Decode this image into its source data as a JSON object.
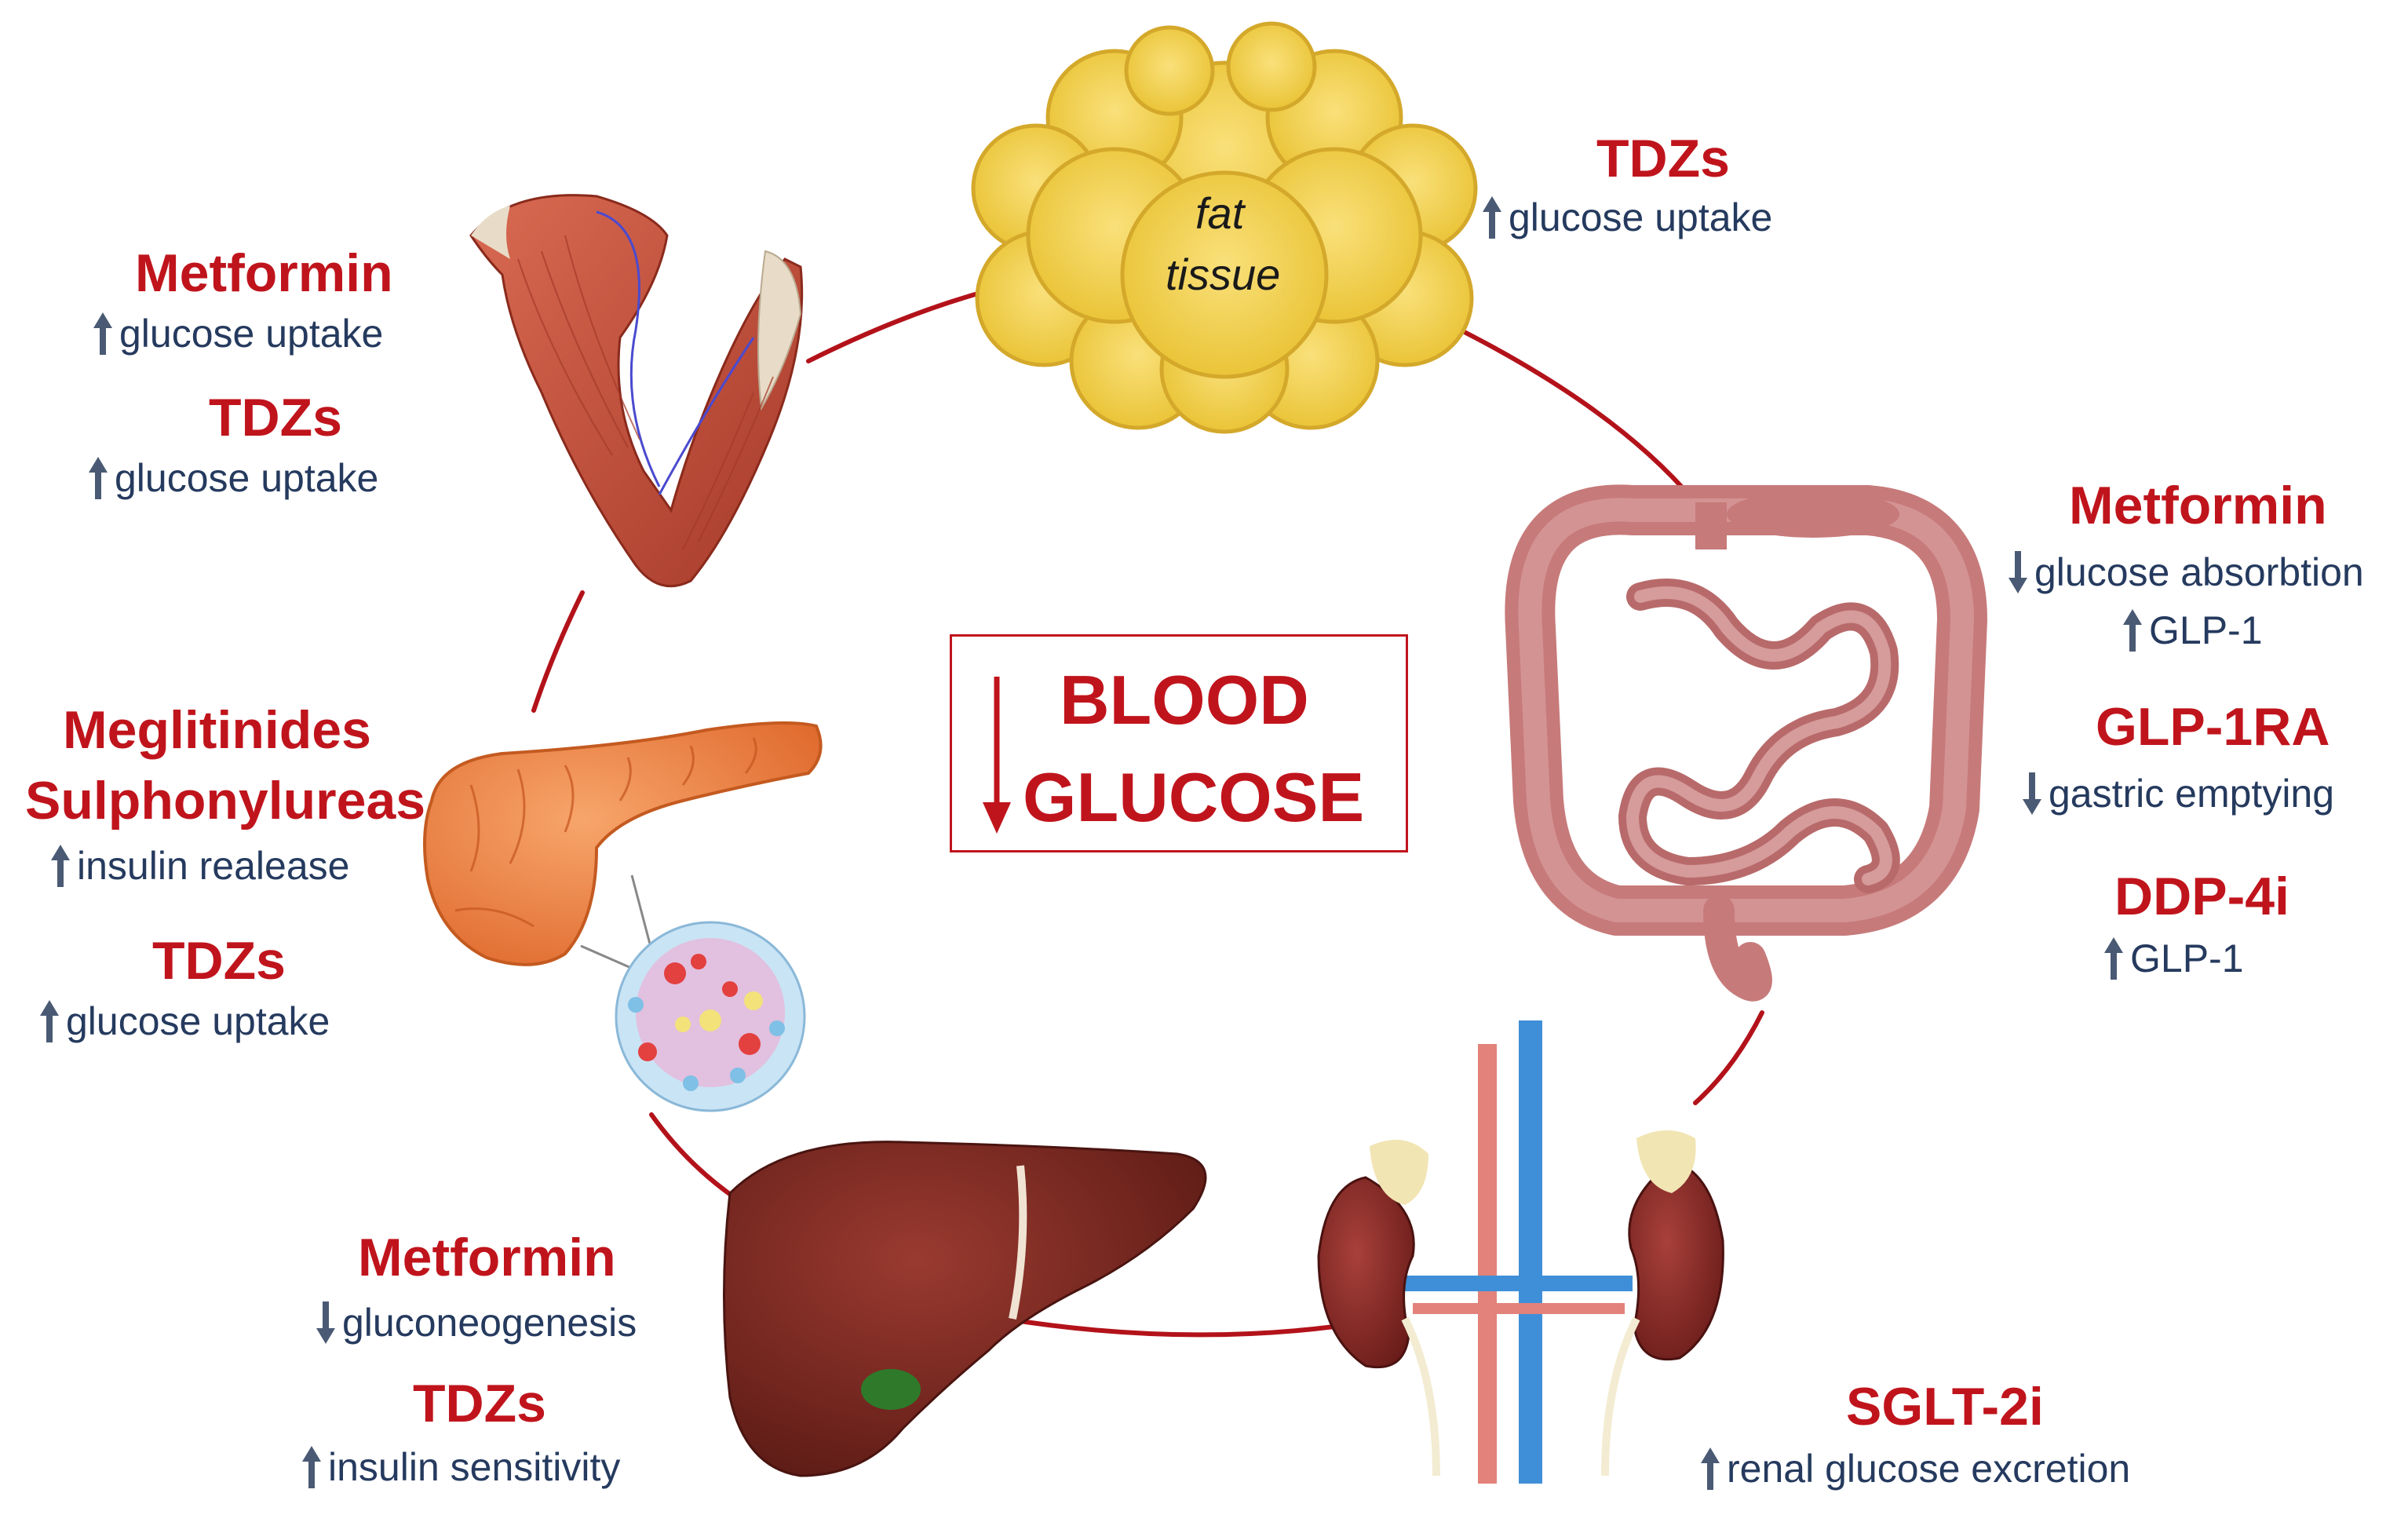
{
  "center": {
    "line1": "BLOOD",
    "line2": "GLUCOSE"
  },
  "fat_tissue": {
    "line1": "fat",
    "line2": "tissue"
  },
  "groups": {
    "fat": [
      {
        "drug": "TDZs",
        "effects": [
          {
            "dir": "up",
            "text": "glucose uptake"
          }
        ]
      }
    ],
    "muscle": [
      {
        "drug": "Metformin",
        "effects": [
          {
            "dir": "up",
            "text": "glucose uptake"
          }
        ]
      },
      {
        "drug": "TDZs",
        "effects": [
          {
            "dir": "up",
            "text": "glucose uptake"
          }
        ]
      }
    ],
    "pancreas": [
      {
        "drug": "Meglitinides",
        "drug2": "Sulphonylureas",
        "effects": [
          {
            "dir": "up",
            "text": "insulin realease"
          }
        ]
      },
      {
        "drug": "TDZs",
        "effects": [
          {
            "dir": "up",
            "text": "glucose uptake"
          }
        ]
      }
    ],
    "intestine": [
      {
        "drug": "Metformin",
        "effects": [
          {
            "dir": "down",
            "text": "glucose absorbtion"
          },
          {
            "dir": "up",
            "text": "GLP-1"
          }
        ]
      },
      {
        "drug": "GLP-1RA",
        "effects": [
          {
            "dir": "down",
            "text": "gastric emptying"
          }
        ]
      },
      {
        "drug": "DDP-4i",
        "effects": [
          {
            "dir": "up",
            "text": "GLP-1"
          }
        ]
      }
    ],
    "liver": [
      {
        "drug": "Metformin",
        "effects": [
          {
            "dir": "down",
            "text": "gluconeogenesis"
          }
        ]
      },
      {
        "drug": "TDZs",
        "effects": [
          {
            "dir": "up",
            "text": "insulin sensitivity"
          }
        ]
      }
    ],
    "kidney": [
      {
        "drug": "SGLT-2i",
        "effects": [
          {
            "dir": "up",
            "text": "renal glucose excretion"
          }
        ]
      }
    ]
  },
  "colors": {
    "drug": "#c0141c",
    "effect": "#253a5e",
    "arrow": "#4a5a74",
    "cycle": "#b3121a",
    "fat": "#f2cf4a",
    "muscle": "#c4503a",
    "pancreas": "#ec8a4c",
    "intestine": "#cf8a8a",
    "liver": "#7a2a22",
    "kidney": "#8a2a26",
    "vein": "#3f8fd8",
    "artery": "#e3827a"
  },
  "icons": [
    "arrow-up-icon",
    "arrow-down-icon",
    "fat-tissue-icon",
    "muscle-icon",
    "pancreas-icon",
    "islet-cells-icon",
    "intestine-icon",
    "liver-icon",
    "kidneys-icon"
  ]
}
